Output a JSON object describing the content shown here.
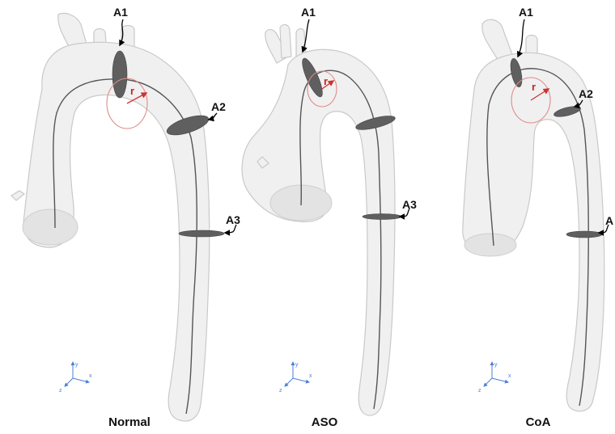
{
  "panels": [
    {
      "title": "Normal",
      "labels": {
        "a1": "A1",
        "a2": "A2",
        "a3": "A3",
        "r": "r"
      },
      "axes": {
        "x": "x",
        "y": "y",
        "z": "z"
      }
    },
    {
      "title": "ASO",
      "labels": {
        "a1": "A1",
        "a2": "",
        "a3": "A3",
        "r": "r"
      },
      "axes": {
        "x": "x",
        "y": "y",
        "z": "z"
      }
    },
    {
      "title": "CoA",
      "labels": {
        "a1": "A1",
        "a2": "A2",
        "a3": "A",
        "r": "r"
      },
      "axes": {
        "x": "x",
        "y": "y",
        "z": "z"
      }
    }
  ],
  "colors": {
    "vessel": "#f0f0f0",
    "cross_section": "#5f5f5f",
    "radius": "#cc3333",
    "axis": "#4a7fd6"
  }
}
